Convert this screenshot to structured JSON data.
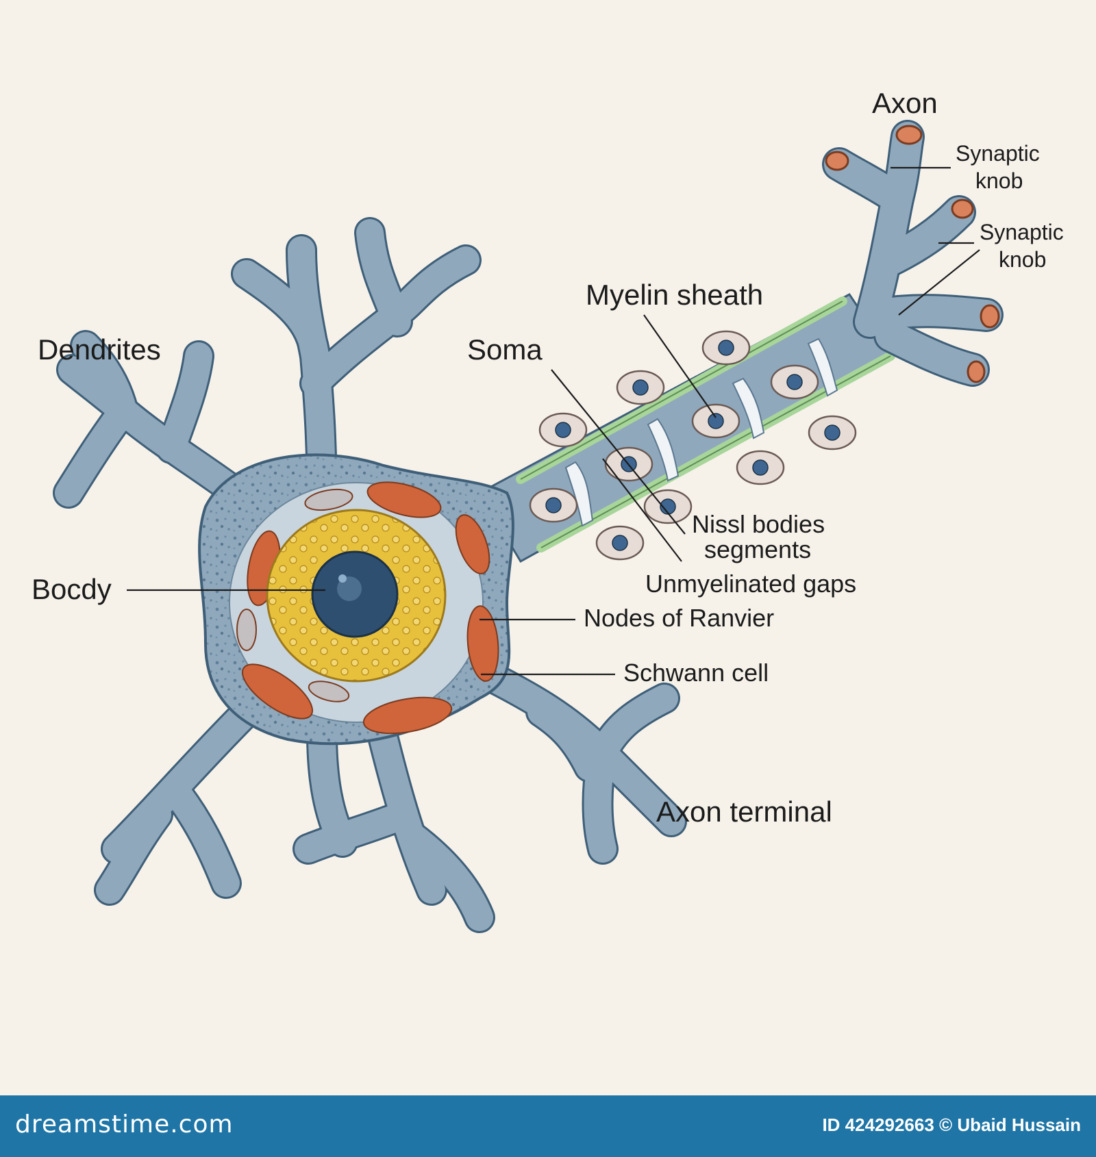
{
  "diagram": {
    "labels": {
      "axon": "Axon",
      "synaptic_knob_1_line1": "Synaptic",
      "synaptic_knob_1_line2": "knob",
      "synaptic_knob_2_line1": "Synaptic",
      "synaptic_knob_2_line2": "knob",
      "myelin_sheath": "Myelin sheath",
      "dendrites": "Dendrites",
      "soma": "Soma",
      "nissl_line1": "Nissl bodies",
      "nissl_line2": "segments",
      "unmyelinated_gaps": "Unmyelinated gaps",
      "body": "Bocdy",
      "nodes_of_ranvier": "Nodes of Ranvier",
      "schwann_cell": "Schwann cell",
      "axon_terminal": "Axon terminal"
    },
    "colors": {
      "background": "#f6f2ea",
      "neuron_fill": "#8fa8bc",
      "neuron_outline": "#3f5f78",
      "myelin": "#a8d59a",
      "nucleus_ring": "#e8c13c",
      "nucleus": "#2e4f70",
      "organelles": "#d0643a",
      "footer": "#1e75a6"
    }
  },
  "footer": {
    "brand": "dreamstime.com",
    "credit": "ID 424292663 © Ubaid Hussain"
  }
}
